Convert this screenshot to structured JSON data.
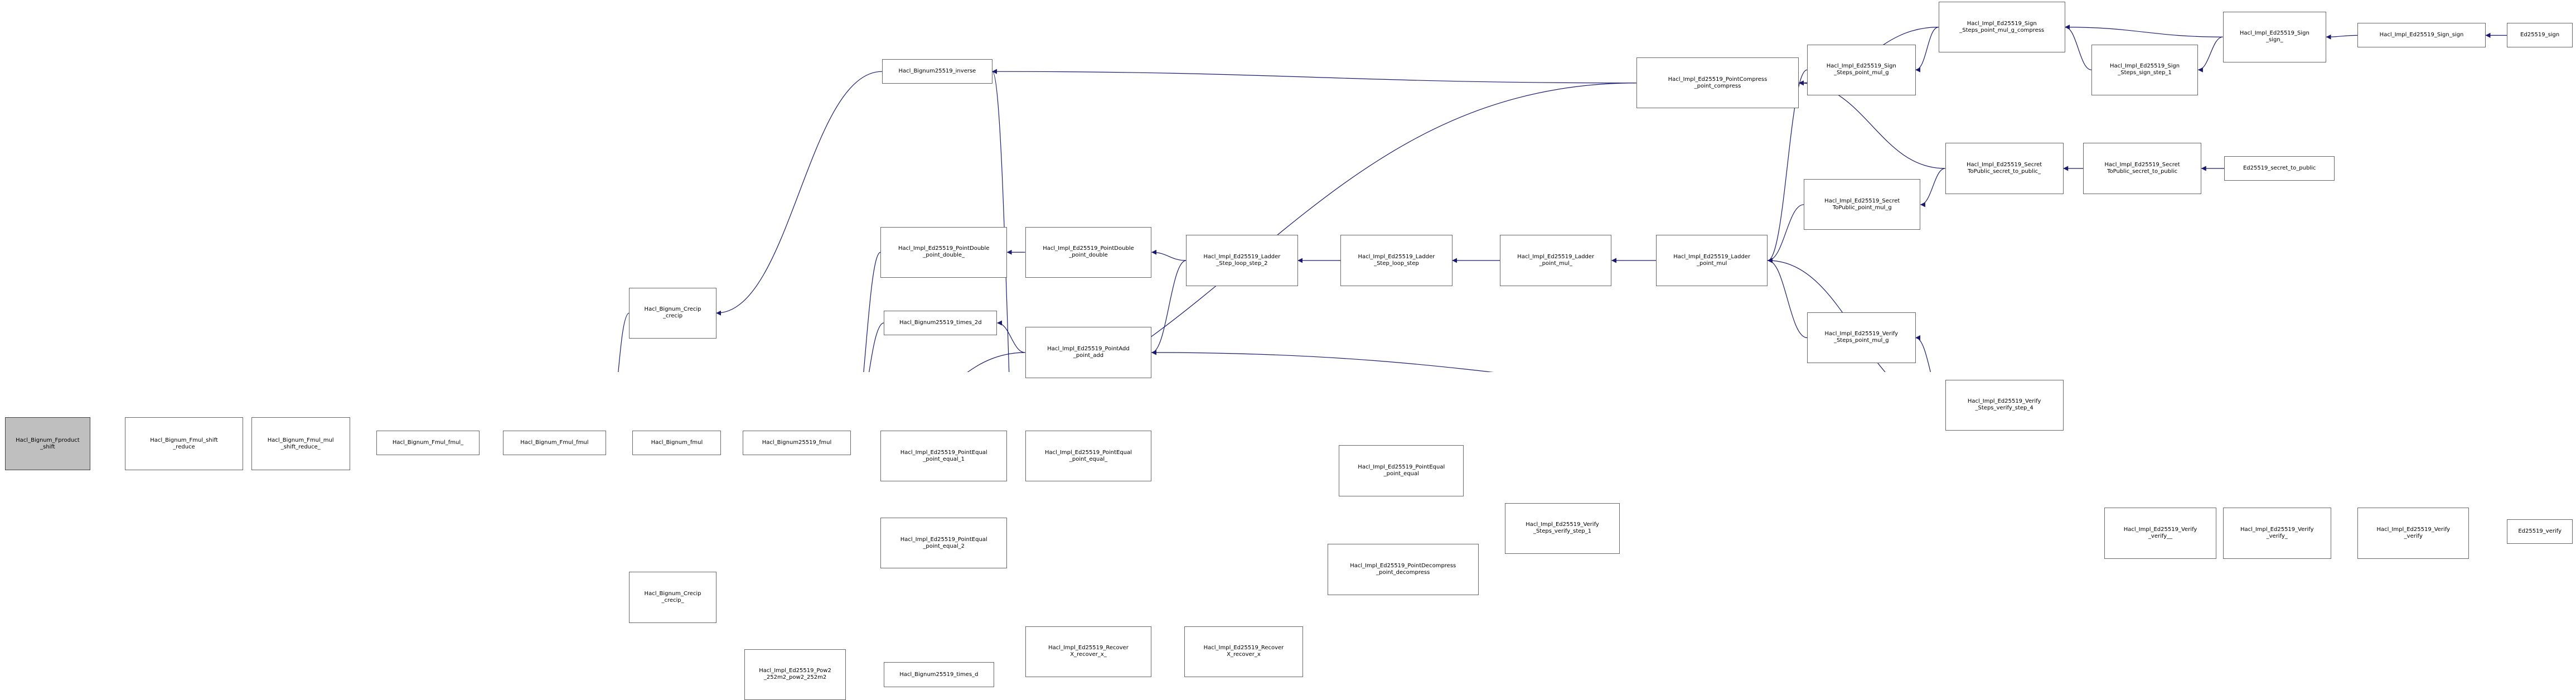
{
  "diagram": {
    "root": "product_shift",
    "edge_color": "#191970",
    "root_fill": "#bfbfbf",
    "nodes": [
      {
        "id": "product_shift",
        "lines": [
          "Hacl_Bignum_Fproduct",
          "_shift"
        ]
      },
      {
        "id": "fmul_shift_reduce",
        "lines": [
          "Hacl_Bignum_Fmul_shift",
          "_reduce"
        ]
      },
      {
        "id": "fmul_mul_shift_reduce",
        "lines": [
          "Hacl_Bignum_Fmul_mul",
          "_shift_reduce_"
        ]
      },
      {
        "id": "fmul_fmul_",
        "lines": [
          "Hacl_Bignum_Fmul_fmul_"
        ]
      },
      {
        "id": "fmul_fmul",
        "lines": [
          "Hacl_Bignum_Fmul_fmul"
        ]
      },
      {
        "id": "crecip_crecip",
        "lines": [
          "Hacl_Bignum_Crecip",
          "_crecip"
        ]
      },
      {
        "id": "bignum_fmul",
        "lines": [
          "Hacl_Bignum_fmul"
        ]
      },
      {
        "id": "crecip_crecip_",
        "lines": [
          "Hacl_Bignum_Crecip",
          "_crecip_"
        ]
      },
      {
        "id": "b25519_inverse",
        "lines": [
          "Hacl_Bignum25519_inverse"
        ]
      },
      {
        "id": "b25519_fmul",
        "lines": [
          "Hacl_Bignum25519_fmul"
        ]
      },
      {
        "id": "pow2_252m2",
        "lines": [
          "Hacl_Impl_Ed25519_Pow2",
          "_252m2_pow2_252m2"
        ]
      },
      {
        "id": "pd_point_double_",
        "lines": [
          "Hacl_Impl_Ed25519_PointDouble",
          "_point_double_"
        ]
      },
      {
        "id": "b25519_times_2d",
        "lines": [
          "Hacl_Bignum25519_times_2d"
        ]
      },
      {
        "id": "pe_point_equal_1",
        "lines": [
          "Hacl_Impl_Ed25519_PointEqual",
          "_point_equal_1"
        ]
      },
      {
        "id": "pe_point_equal_2",
        "lines": [
          "Hacl_Impl_Ed25519_PointEqual",
          "_point_equal_2"
        ]
      },
      {
        "id": "b25519_times_d",
        "lines": [
          "Hacl_Bignum25519_times_d"
        ]
      },
      {
        "id": "pd_point_double",
        "lines": [
          "Hacl_Impl_Ed25519_PointDouble",
          "_point_double"
        ]
      },
      {
        "id": "pa_point_add",
        "lines": [
          "Hacl_Impl_Ed25519_PointAdd",
          "_point_add"
        ]
      },
      {
        "id": "pe_point_equal_",
        "lines": [
          "Hacl_Impl_Ed25519_PointEqual",
          "_point_equal_"
        ]
      },
      {
        "id": "rec_recover_x_",
        "lines": [
          "Hacl_Impl_Ed25519_Recover",
          "X_recover_x_"
        ]
      },
      {
        "id": "lad_step_2",
        "lines": [
          "Hacl_Impl_Ed25519_Ladder",
          "_Step_loop_step_2"
        ]
      },
      {
        "id": "rec_recover_x",
        "lines": [
          "Hacl_Impl_Ed25519_Recover",
          "X_recover_x"
        ]
      },
      {
        "id": "lad_step_loop_step",
        "lines": [
          "Hacl_Impl_Ed25519_Ladder",
          "_Step_loop_step"
        ]
      },
      {
        "id": "pe_point_equal",
        "lines": [
          "Hacl_Impl_Ed25519_PointEqual",
          "_point_equal"
        ]
      },
      {
        "id": "pdc_point_decompress",
        "lines": [
          "Hacl_Impl_Ed25519_PointDecompress",
          "_point_decompress"
        ]
      },
      {
        "id": "lad_point_mul_",
        "lines": [
          "Hacl_Impl_Ed25519_Ladder",
          "_point_mul_"
        ]
      },
      {
        "id": "pc_point_compress",
        "lines": [
          "Hacl_Impl_Ed25519_PointCompress",
          "_point_compress"
        ]
      },
      {
        "id": "ver_steps_verify_step_1",
        "lines": [
          "Hacl_Impl_Ed25519_Verify",
          "_Steps_verify_step_1"
        ]
      },
      {
        "id": "lad_point_mul",
        "lines": [
          "Hacl_Impl_Ed25519_Ladder",
          "_point_mul"
        ]
      },
      {
        "id": "sign_steps_point_mul_g",
        "lines": [
          "Hacl_Impl_Ed25519_Sign",
          "_Steps_point_mul_g"
        ]
      },
      {
        "id": "sec_topublic_point_mul_g",
        "lines": [
          "Hacl_Impl_Ed25519_Secret",
          "ToPublic_point_mul_g"
        ]
      },
      {
        "id": "ver_steps_point_mul_g",
        "lines": [
          "Hacl_Impl_Ed25519_Verify",
          "_Steps_point_mul_g"
        ]
      },
      {
        "id": "sign_steps_compress",
        "lines": [
          "Hacl_Impl_Ed25519_Sign",
          "_Steps_point_mul_g_compress"
        ]
      },
      {
        "id": "sec_topublic_secret_to_public_",
        "lines": [
          "Hacl_Impl_Ed25519_Secret",
          "ToPublic_secret_to_public_"
        ]
      },
      {
        "id": "ver_steps_verify_step_4",
        "lines": [
          "Hacl_Impl_Ed25519_Verify",
          "_Steps_verify_step_4"
        ]
      },
      {
        "id": "sign_steps_sign_step_1",
        "lines": [
          "Hacl_Impl_Ed25519_Sign",
          "_Steps_sign_step_1"
        ]
      },
      {
        "id": "ver_verify__",
        "lines": [
          "Hacl_Impl_Ed25519_Verify",
          "_verify__"
        ]
      },
      {
        "id": "sign_sign_",
        "lines": [
          "Hacl_Impl_Ed25519_Sign",
          "_sign_"
        ]
      },
      {
        "id": "sec_topublic_secret_to_public",
        "lines": [
          "Hacl_Impl_Ed25519_Secret",
          "ToPublic_secret_to_public"
        ]
      },
      {
        "id": "ver_verify_",
        "lines": [
          "Hacl_Impl_Ed25519_Verify",
          "_verify_"
        ]
      },
      {
        "id": "sign_sign",
        "lines": [
          "Hacl_Impl_Ed25519_Sign_sign"
        ]
      },
      {
        "id": "ed_secret_to_public",
        "lines": [
          "Ed25519_secret_to_public"
        ]
      },
      {
        "id": "ver_verify",
        "lines": [
          "Hacl_Impl_Ed25519_Verify",
          "_verify"
        ]
      },
      {
        "id": "ed_sign",
        "lines": [
          "Ed25519_sign"
        ]
      },
      {
        "id": "ed_verify",
        "lines": [
          "Ed25519_verify"
        ]
      }
    ],
    "edges": [
      [
        "fmul_shift_reduce",
        "product_shift"
      ],
      [
        "fmul_mul_shift_reduce",
        "fmul_shift_reduce"
      ],
      [
        "fmul_fmul_",
        "fmul_mul_shift_reduce"
      ],
      [
        "fmul_fmul",
        "fmul_fmul_"
      ],
      [
        "crecip_crecip",
        "fmul_fmul"
      ],
      [
        "bignum_fmul",
        "fmul_fmul"
      ],
      [
        "crecip_crecip_",
        "fmul_fmul"
      ],
      [
        "b25519_inverse",
        "crecip_crecip"
      ],
      [
        "b25519_fmul",
        "bignum_fmul"
      ],
      [
        "pow2_252m2",
        "crecip_crecip_"
      ],
      [
        "pc_point_compress",
        "b25519_inverse"
      ],
      [
        "rec_recover_x_",
        "b25519_inverse"
      ],
      [
        "pc_point_compress",
        "b25519_fmul"
      ],
      [
        "pd_point_double_",
        "b25519_fmul"
      ],
      [
        "b25519_times_2d",
        "b25519_fmul"
      ],
      [
        "pa_point_add",
        "b25519_fmul"
      ],
      [
        "pe_point_equal_1",
        "b25519_fmul"
      ],
      [
        "pe_point_equal_2",
        "b25519_fmul"
      ],
      [
        "pdc_point_decompress",
        "b25519_fmul"
      ],
      [
        "b25519_times_d",
        "b25519_fmul"
      ],
      [
        "rec_recover_x_",
        "b25519_fmul"
      ],
      [
        "rec_recover_x_",
        "pow2_252m2"
      ],
      [
        "pd_point_double",
        "pd_point_double_"
      ],
      [
        "pa_point_add",
        "b25519_times_2d"
      ],
      [
        "pe_point_equal_",
        "pe_point_equal_1"
      ],
      [
        "pe_point_equal_",
        "pe_point_equal_2"
      ],
      [
        "rec_recover_x_",
        "b25519_times_d"
      ],
      [
        "lad_step_2",
        "pd_point_double"
      ],
      [
        "lad_step_2",
        "pa_point_add"
      ],
      [
        "ver_steps_verify_step_4",
        "pa_point_add"
      ],
      [
        "pe_point_equal",
        "pe_point_equal_"
      ],
      [
        "rec_recover_x",
        "rec_recover_x_"
      ],
      [
        "lad_step_loop_step",
        "lad_step_2"
      ],
      [
        "pdc_point_decompress",
        "rec_recover_x"
      ],
      [
        "ver_steps_verify_step_4",
        "pe_point_equal"
      ],
      [
        "lad_point_mul_",
        "lad_step_loop_step"
      ],
      [
        "ver_steps_verify_step_1",
        "pdc_point_decompress"
      ],
      [
        "ver_verify__",
        "pdc_point_decompress"
      ],
      [
        "lad_point_mul",
        "lad_point_mul_"
      ],
      [
        "sign_steps_compress",
        "pc_point_compress"
      ],
      [
        "sec_topublic_secret_to_public_",
        "pc_point_compress"
      ],
      [
        "ver_verify__",
        "ver_steps_verify_step_1"
      ],
      [
        "sign_steps_point_mul_g",
        "lad_point_mul"
      ],
      [
        "sec_topublic_point_mul_g",
        "lad_point_mul"
      ],
      [
        "ver_steps_point_mul_g",
        "lad_point_mul"
      ],
      [
        "ver_steps_verify_step_4",
        "lad_point_mul"
      ],
      [
        "sign_steps_compress",
        "sign_steps_point_mul_g"
      ],
      [
        "sec_topublic_secret_to_public_",
        "sec_topublic_point_mul_g"
      ],
      [
        "ver_steps_verify_step_4",
        "ver_steps_point_mul_g"
      ],
      [
        "sign_steps_sign_step_1",
        "sign_steps_compress"
      ],
      [
        "sign_sign_",
        "sign_steps_compress"
      ],
      [
        "sec_topublic_secret_to_public",
        "sec_topublic_secret_to_public_"
      ],
      [
        "ver_verify__",
        "ver_steps_verify_step_4"
      ],
      [
        "sign_sign_",
        "sign_steps_sign_step_1"
      ],
      [
        "ver_verify_",
        "ver_verify__"
      ],
      [
        "sign_sign",
        "sign_sign_"
      ],
      [
        "ed_secret_to_public",
        "sec_topublic_secret_to_public"
      ],
      [
        "ver_verify",
        "ver_verify_"
      ],
      [
        "ed_sign",
        "sign_sign"
      ],
      [
        "ed_verify",
        "ver_verify"
      ]
    ]
  }
}
